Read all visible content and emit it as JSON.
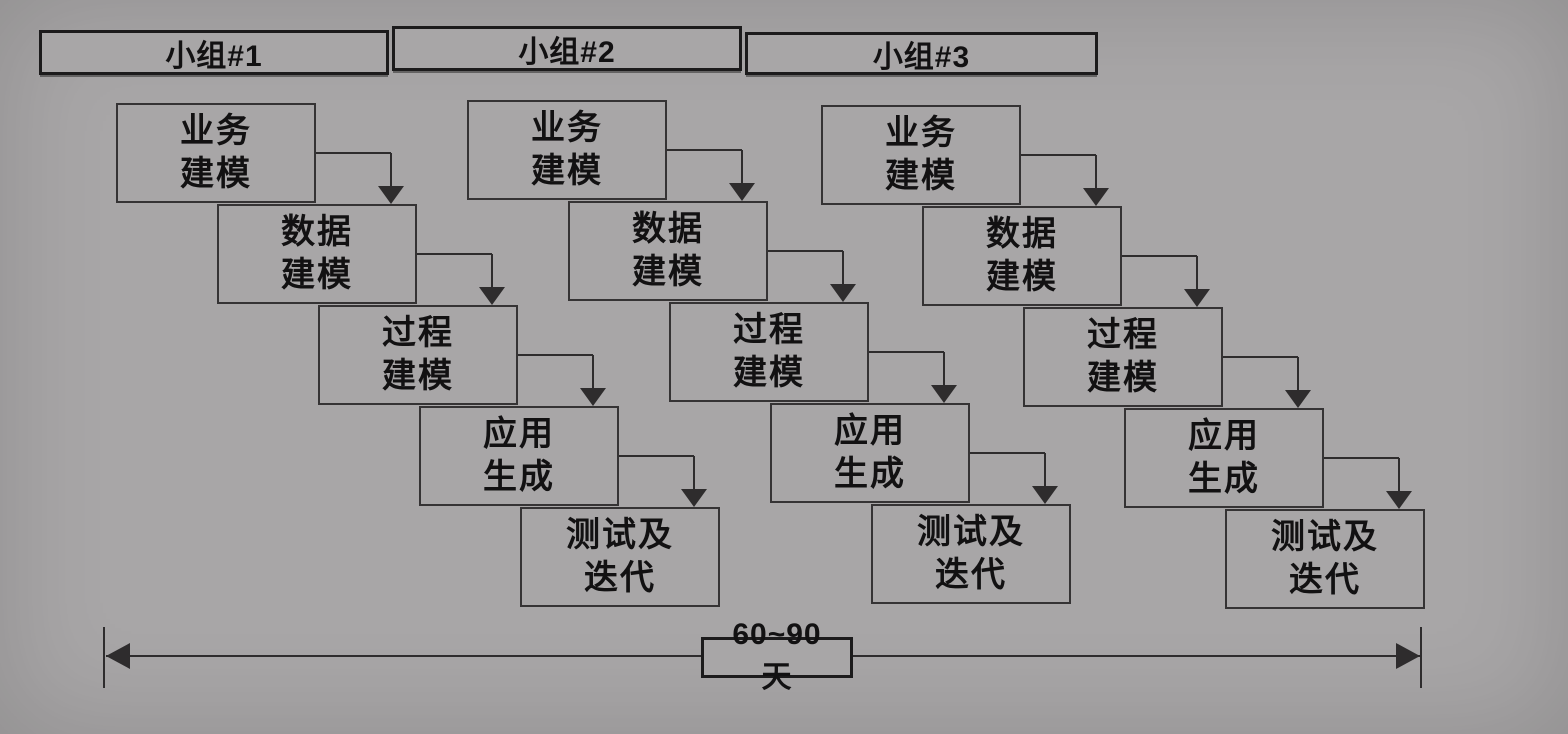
{
  "diagram_type": "rad-process-cascade",
  "colors": {
    "background": "#a8a6a7",
    "line": "#2e2c2d",
    "border_strong": "#1c1b1c",
    "text": "#121112"
  },
  "groups": [
    {
      "header": "小组#1",
      "stages": [
        {
          "line1": "业务",
          "line2": "建模"
        },
        {
          "line1": "数据",
          "line2": "建模"
        },
        {
          "line1": "过程",
          "line2": "建模"
        },
        {
          "line1": "应用",
          "line2": "生成"
        },
        {
          "line1": "测试及",
          "line2": "迭代"
        }
      ]
    },
    {
      "header": "小组#2",
      "stages": [
        {
          "line1": "业务",
          "line2": "建模"
        },
        {
          "line1": "数据",
          "line2": "建模"
        },
        {
          "line1": "过程",
          "line2": "建模"
        },
        {
          "line1": "应用",
          "line2": "生成"
        },
        {
          "line1": "测试及",
          "line2": "迭代"
        }
      ]
    },
    {
      "header": "小组#3",
      "stages": [
        {
          "line1": "业务",
          "line2": "建模"
        },
        {
          "line1": "数据",
          "line2": "建模"
        },
        {
          "line1": "过程",
          "line2": "建模"
        },
        {
          "line1": "应用",
          "line2": "生成"
        },
        {
          "line1": "测试及",
          "line2": "迭代"
        }
      ]
    }
  ],
  "timeline": {
    "value": "60~90",
    "unit": "天"
  }
}
